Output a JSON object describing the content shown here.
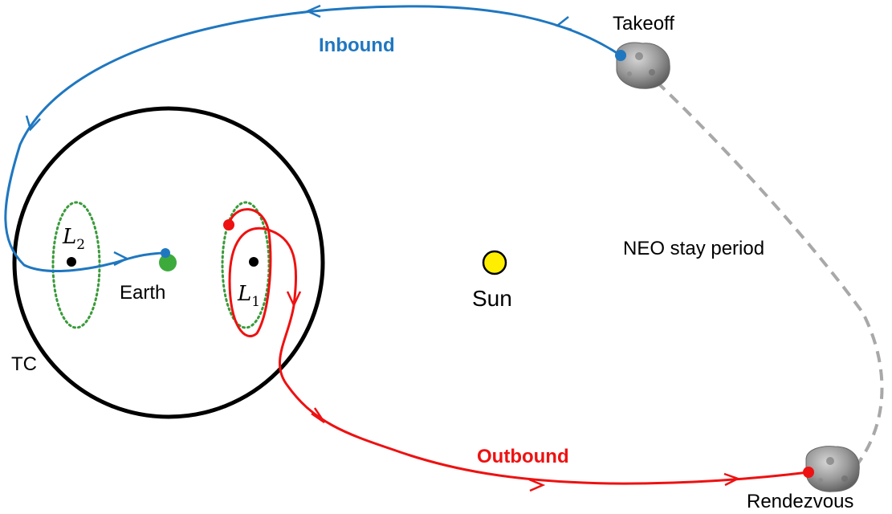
{
  "labels": {
    "inbound": "Inbound",
    "outbound": "Outbound",
    "takeoff": "Takeoff",
    "rendezvous": "Rendezvous",
    "neo_stay": "NEO stay period",
    "sun": "Sun",
    "earth": "Earth",
    "tc": "TC",
    "l1_base": "L",
    "l1_sub": "1",
    "l2_base": "L",
    "l2_sub": "2"
  },
  "colors": {
    "inbound": "#1f77c0",
    "outbound": "#ee1111",
    "earth": "#3cab3c",
    "sun": "#ffee00",
    "halo_orbit": "#3a9a3a",
    "neo_stay_path": "#a8a8a8",
    "tc_boundary": "#000000",
    "asteroid": "#8c8c8c"
  }
}
